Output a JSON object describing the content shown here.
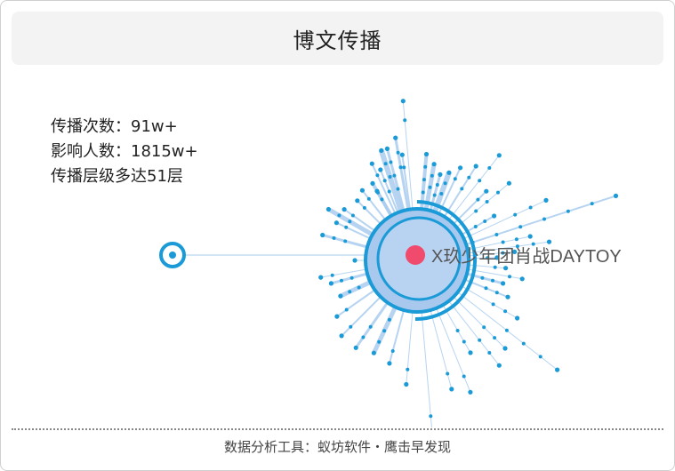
{
  "title": "博文传播",
  "stats": {
    "reposts": "传播次数：91w+",
    "reach": "影响人数：1815w+",
    "levels": "传播层级多达51层"
  },
  "center_label": "X玖少年团肖战DAYTOY",
  "footer": "数据分析工具：蚁坊软件・鹰击早发现",
  "colors": {
    "node": "#1a9ad6",
    "edge": "#a9cdee",
    "fill": "#a8c8ee",
    "center": "#f04a6c"
  }
}
